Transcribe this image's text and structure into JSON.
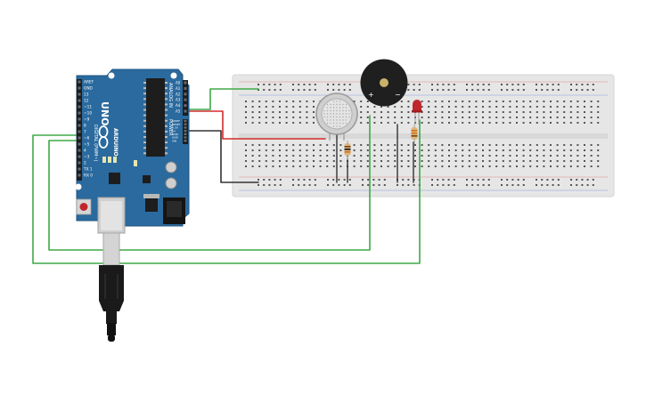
{
  "board": {
    "model": "UNO",
    "brand": "ARDUINO",
    "digital_label": "DIGITAL (PWM~)",
    "analog_label": "ANALOG IN",
    "power_label": "POWER",
    "tx_label": "TX",
    "rx_label": "RX",
    "l_label": "L",
    "on_label": "ON",
    "digital_pins": [
      "AREF",
      "GND",
      "13",
      "12",
      "~11",
      "~10",
      "~9",
      "8",
      "7",
      "~6",
      "~5",
      "4",
      "~3",
      "2",
      "TX 1",
      "RX 0"
    ],
    "analog_pins": [
      "A0",
      "A1",
      "A2",
      "A3",
      "A4",
      "A5"
    ],
    "power_pins": [
      "IOREF",
      "RESET",
      "3.3V",
      "5V",
      "GND",
      "GND",
      "VIN"
    ]
  },
  "buzzer": {
    "plus_label": "+",
    "minus_label": "−"
  },
  "colors": {
    "board": "#2a6a9e",
    "breadboard": "#e6e6e6",
    "wire_green": "#3fa846",
    "wire_red": "#d42b2b",
    "wire_black": "#333333",
    "led": "#c0272d",
    "buzzer": "#1f1f1f",
    "sensor": "#c9c9c9"
  },
  "icons": [
    "usb-plug-icon",
    "reset-button-icon",
    "arduino-infinity-logo-icon"
  ]
}
